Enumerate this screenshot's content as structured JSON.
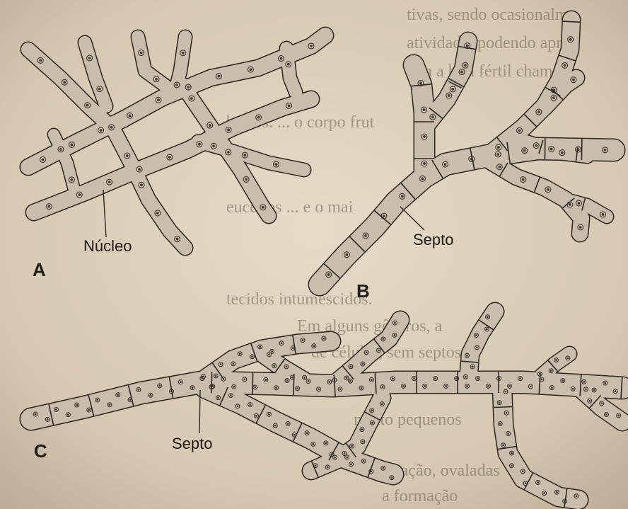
{
  "figure": {
    "panel_labels": [
      "A",
      "B",
      "C"
    ],
    "labels": {
      "nucleo": "Núcleo",
      "septo_b": "Septo",
      "septo_c": "Septo"
    }
  },
  "colors": {
    "paper": "#d8cbb4",
    "hypha_fill": "#c9bdac",
    "hypha_stroke": "#2b2622",
    "nucleus": "#3b332c",
    "label_text": "#1e1a16"
  },
  "background_text": [
    "tivas, sendo ocasionalm",
    "atividade, podendo apres",
    "tam a hifa fértil chama",
    "brotos. ... o corpo frut",
    "eucélios ... e o mai",
    "tecidos intumescidos.",
    "Em alguns gêneros, a",
    "de células, sem septos",
    "muito pequenos",
    "formação, ovaladas",
    "a formação"
  ]
}
